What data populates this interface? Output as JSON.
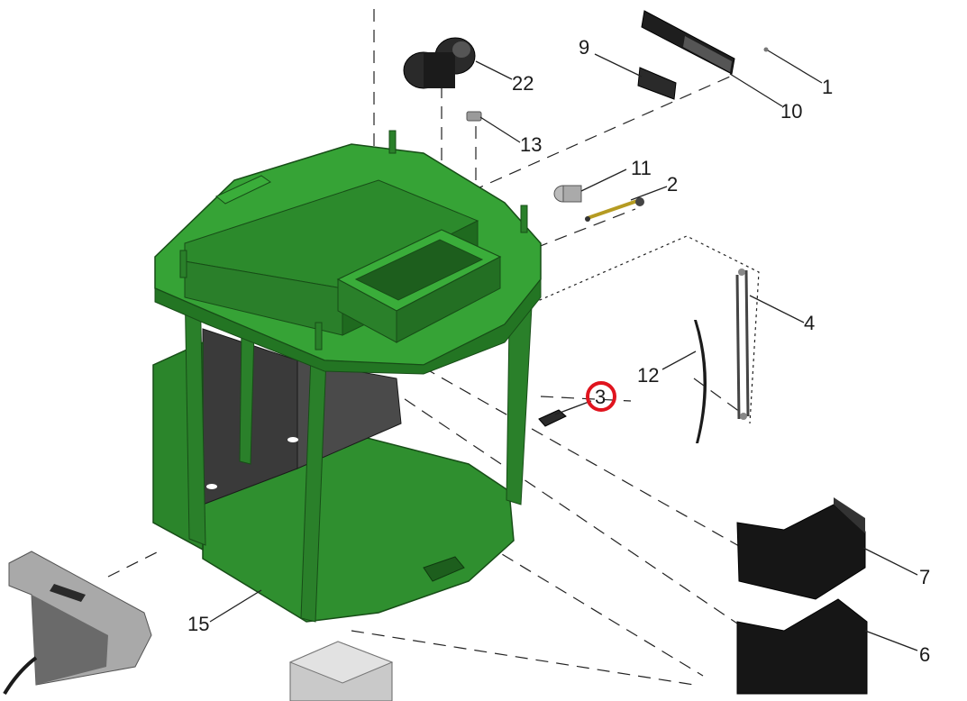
{
  "diagram": {
    "callouts": [
      {
        "id": "1",
        "text": "1"
      },
      {
        "id": "2",
        "text": "2"
      },
      {
        "id": "3",
        "text": "3",
        "highlighted": true
      },
      {
        "id": "4",
        "text": "4"
      },
      {
        "id": "6",
        "text": "6"
      },
      {
        "id": "7",
        "text": "7"
      },
      {
        "id": "9",
        "text": "9"
      },
      {
        "id": "10",
        "text": "10"
      },
      {
        "id": "11",
        "text": "11"
      },
      {
        "id": "12",
        "text": "12"
      },
      {
        "id": "13",
        "text": "13"
      },
      {
        "id": "15",
        "text": "15"
      },
      {
        "id": "22",
        "text": "22"
      }
    ],
    "colors": {
      "cab_green": "#2e8b2e",
      "cab_dark": "#1d5e1d",
      "highlight_ring": "#e0141e",
      "part_dark": "#1b1b1b",
      "part_grey": "#9a9a9a"
    }
  }
}
